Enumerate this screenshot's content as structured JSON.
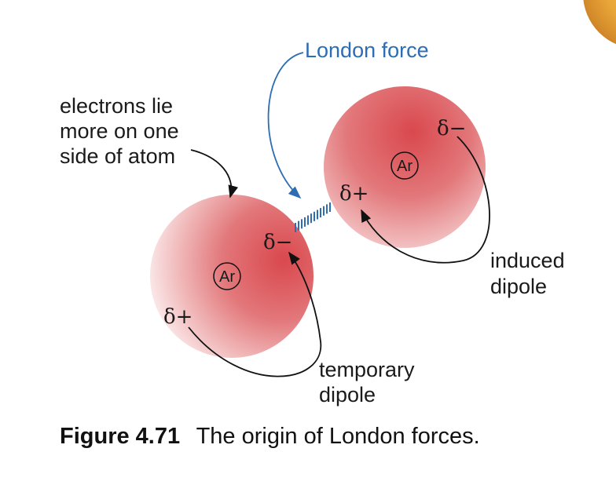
{
  "atom_label": "Ar",
  "labels": {
    "electrons_lines": [
      "electrons lie",
      "more on one",
      "side of atom"
    ],
    "london_force": "London force",
    "induced_lines": [
      "induced",
      "dipole"
    ],
    "temporary_lines": [
      "temporary",
      "dipole"
    ]
  },
  "charges": {
    "left_minus": "δ−",
    "left_plus": "δ+",
    "right_minus": "δ−",
    "right_plus": "δ+"
  },
  "caption": {
    "number": "Figure 4.71",
    "text": "The origin of London forces."
  },
  "colors": {
    "atom_dense": "#d9484d",
    "atom_light": "#fbe9ea",
    "london_blue": "#2c6db4",
    "corner_orange": "#e8a437"
  }
}
